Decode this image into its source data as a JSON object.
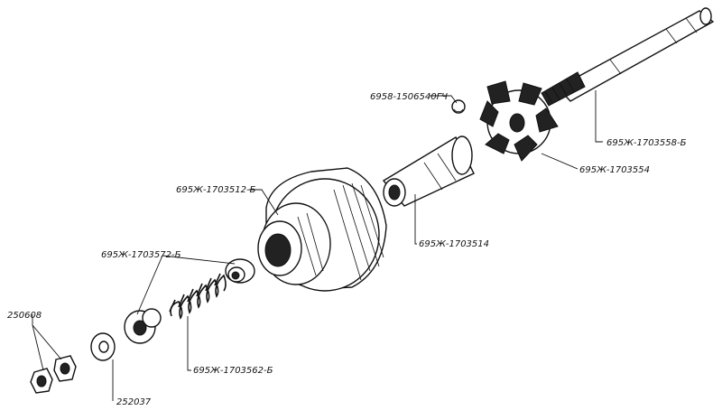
{
  "labels": {
    "ball": "6958-1506540ГЧ",
    "shaft": "695Ж-1703558-Б",
    "rotor": "695Ж-1703554",
    "housing": "695Ж-1703512-Б",
    "sleeve": "695Ж-1703514",
    "seat": "695Ж-1703572-Б",
    "spring": "695Ж-1703562-Б",
    "nut": "250608",
    "washer": "252037"
  }
}
